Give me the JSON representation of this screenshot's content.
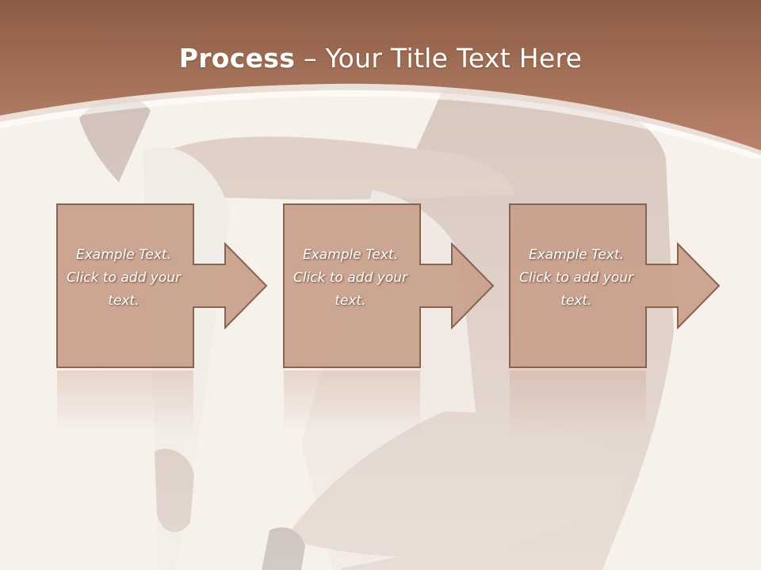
{
  "slide": {
    "title_bold": "Process",
    "title_dash": " – ",
    "title_rest": "Your Title Text Here"
  },
  "steps": [
    {
      "text": "Example Text.  Click  to add your text."
    },
    {
      "text": "Example Text.  Click  to add your text."
    },
    {
      "text": "Example Text.  Click  to add your text."
    }
  ],
  "colors": {
    "header": "#a66e55",
    "box_fill": "#c8a08b",
    "box_border": "#8a6252",
    "background": "#f7f1ec"
  }
}
